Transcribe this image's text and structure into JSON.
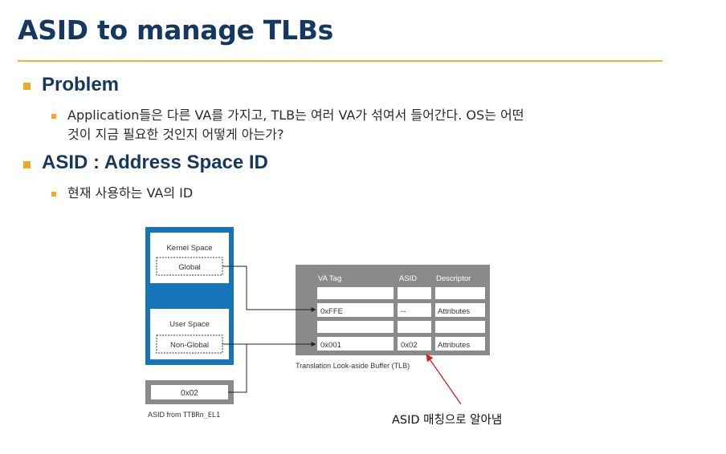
{
  "slide": {
    "title": "ASID to manage TLBs",
    "problem_heading": "Problem",
    "problem_text_line1": "Application들은 다른 VA를 가지고, TLB는 여러 VA가 섞여서 들어간다. OS는 어떤",
    "problem_text_line2": "것이 지금 필요한 것인지 어떻게 아는가?",
    "asid_heading": "ASID : Address Space ID",
    "asid_text": "현재 사용하는 VA의 ID"
  },
  "diagram": {
    "kernel_space_label": "Kernel Space",
    "global_label": "Global",
    "user_space_label": "User Space",
    "non_global_label": "Non-Global",
    "asid_value": "0x02",
    "asid_from_prefix": "ASID from ",
    "asid_from_register": "TTBRn_EL1",
    "tlb": {
      "headers": [
        "VA Tag",
        "ASID",
        "Descriptor"
      ],
      "rows": [
        [
          "",
          "",
          ""
        ],
        [
          "0xFFE",
          "--",
          "Attributes"
        ],
        [
          "",
          "",
          ""
        ],
        [
          "0x001",
          "0x02",
          "Attributes"
        ]
      ],
      "caption": "Translation Look-aside Buffer (TLB)"
    },
    "annotation": "ASID 매칭으로 알아냄",
    "colors": {
      "memory_map": "#1874b8",
      "tlb_panel": "#8a8a8a",
      "arrow": "#d02020",
      "title": "#14385f",
      "bullet": "#f5a623"
    }
  }
}
